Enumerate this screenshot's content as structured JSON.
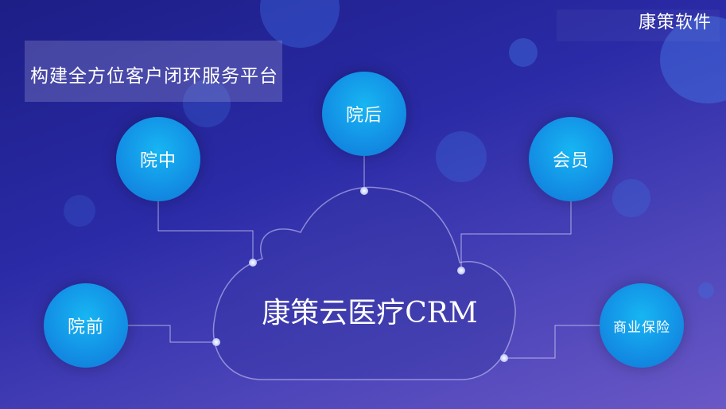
{
  "brand": "康策软件",
  "banner": "构建全方位客户闭环服务平台",
  "center": "康策云医疗CRM",
  "nodes": {
    "post": "院后",
    "during": "院中",
    "member": "会员",
    "pre": "院前",
    "insurance": "商业保险"
  },
  "colors": {
    "node": "#1392e6",
    "background": "#2a2aa6"
  }
}
